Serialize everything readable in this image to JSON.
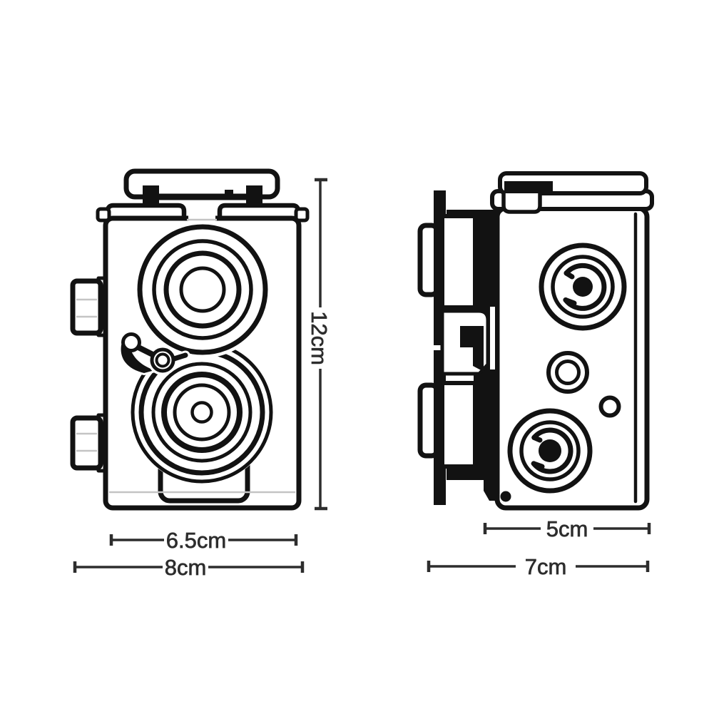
{
  "figure": {
    "type": "product-dimension-diagram",
    "subject": "twin-lens reflex camera line drawing, front view and side view with measurements",
    "colors": {
      "background": "#ffffff",
      "ink": "#121212",
      "dimension": "#2d2d2d",
      "faint": "#c4c4c4"
    },
    "front_view": {
      "height_label": "12cm",
      "lens_panel_width_label": "6.5cm",
      "body_width_label": "8cm"
    },
    "side_view": {
      "body_depth_label": "5cm",
      "total_depth_label": "7cm"
    }
  }
}
